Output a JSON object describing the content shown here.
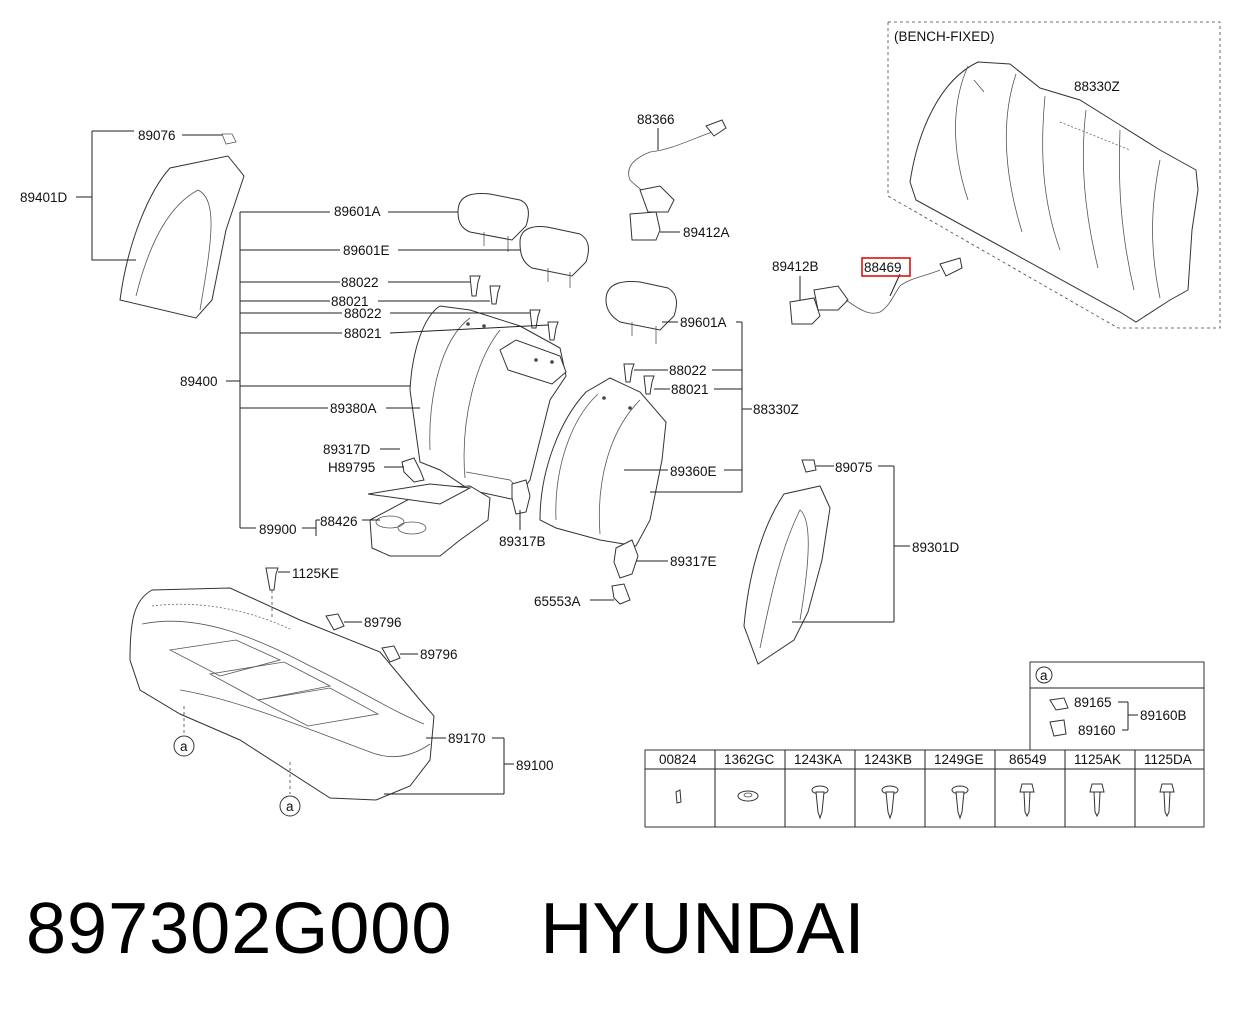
{
  "group_label": "(BENCH-FIXED)",
  "highlighted_part": "88469",
  "highlight_color": "#d11111",
  "callouts": {
    "c89076": "89076",
    "c89401D": "89401D",
    "c89601A_1": "89601A",
    "c89601E": "89601E",
    "c88022_1": "88022",
    "c88021_1": "88021",
    "c88022_2": "88022",
    "c88021_2": "88021",
    "c89400": "89400",
    "c89380A": "89380A",
    "c89317D": "89317D",
    "cH89795": "H89795",
    "c89900": "89900",
    "c88426": "88426",
    "c89317B": "89317B",
    "c88366": "88366",
    "c89412A": "89412A",
    "c89601A_2": "89601A",
    "c88022_3": "88022",
    "c88021_3": "88021",
    "c88330Z_1": "88330Z",
    "c89360E": "89360E",
    "c89317E": "89317E",
    "c65553A": "65553A",
    "c89412B": "89412B",
    "c88469": "88469",
    "c88330Z_2": "88330Z",
    "c89075": "89075",
    "c89301D": "89301D",
    "c1125KE": "1125KE",
    "c89796_1": "89796",
    "c89796_2": "89796",
    "c89170": "89170",
    "c89100": "89100",
    "ref_a_1": "a",
    "ref_a_2": "a",
    "c89165": "89165",
    "c89160": "89160",
    "c89160B": "89160B",
    "ref_a_box": "a"
  },
  "fastener_table": {
    "columns": [
      "00824",
      "1362GC",
      "1243KA",
      "1243KB",
      "1249GE",
      "86549",
      "1125AK",
      "1125DA"
    ]
  },
  "footer": {
    "part_number": "897302G000",
    "brand": "HYUNDAI"
  }
}
